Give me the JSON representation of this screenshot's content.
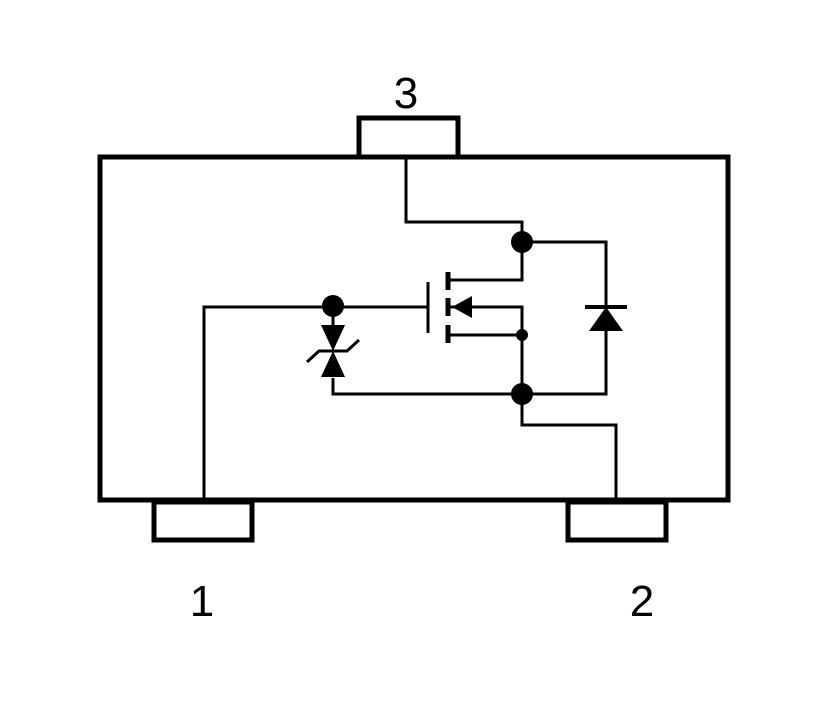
{
  "pins": [
    {
      "id": "pin-1",
      "label": "1"
    },
    {
      "id": "pin-2",
      "label": "2"
    },
    {
      "id": "pin-3",
      "label": "3"
    }
  ],
  "components": {
    "mosfet": "mosfet-symbol",
    "zener": "bidirectional-zener-symbol",
    "body_diode": "diode-symbol"
  },
  "colors": {
    "stroke": "#000000",
    "background": "#ffffff"
  }
}
